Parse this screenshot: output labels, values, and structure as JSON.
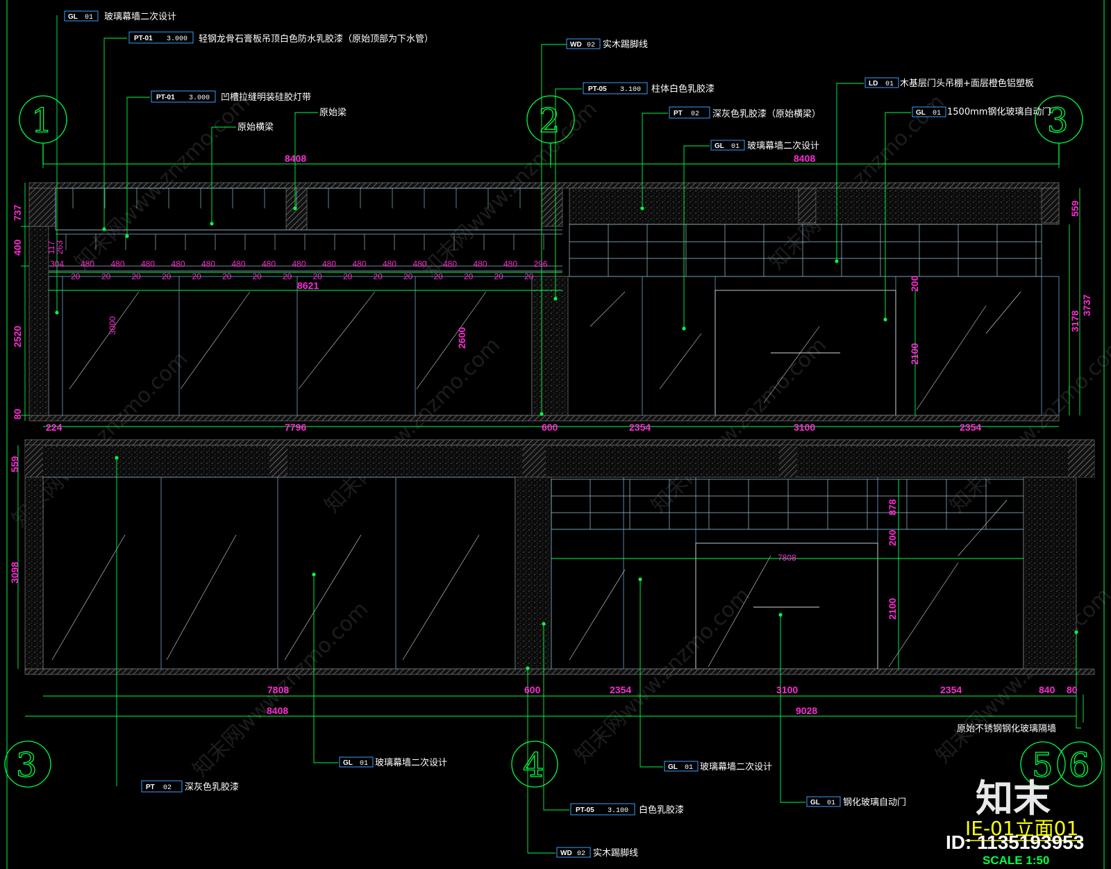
{
  "top_annotations": [
    {
      "code": "GL",
      "num": "01",
      "text": "玻璃幕墙二次设计"
    },
    {
      "code": "PT-01",
      "num": "3.000",
      "text": "轻钢龙骨石膏板吊顶白色防水乳胶漆（原始顶部为下水管）"
    },
    {
      "code": "PT-01",
      "num": "3.000",
      "text": "凹槽拉缝明装硅胶灯带"
    },
    {
      "code": "",
      "num": "",
      "text": "原始横梁"
    },
    {
      "code": "",
      "num": "",
      "text": "原始梁"
    },
    {
      "code": "WD",
      "num": "02",
      "text": "实木踢脚线"
    },
    {
      "code": "PT-05",
      "num": "3.100",
      "text": "柱体白色乳胶漆"
    },
    {
      "code": "PT",
      "num": "02",
      "text": "深灰色乳胶漆（原始横梁）"
    },
    {
      "code": "GL",
      "num": "01",
      "text": "玻璃幕墙二次设计"
    },
    {
      "code": "LD",
      "num": "01",
      "text": "木基层门头吊棚+面层橙色铝塑板"
    },
    {
      "code": "GL",
      "num": "01",
      "text": "1500mm钢化玻璃自动门"
    }
  ],
  "bottom_annotations": [
    {
      "code": "GL",
      "num": "01",
      "text": "玻璃幕墙二次设计"
    },
    {
      "code": "PT",
      "num": "02",
      "text": "深灰色乳胶漆"
    },
    {
      "code": "GL",
      "num": "01",
      "text": "玻璃幕墙二次设计"
    },
    {
      "code": "PT-05",
      "num": "3.100",
      "text": "白色乳胶漆"
    },
    {
      "code": "GL",
      "num": "01",
      "text": "钢化玻璃自动门"
    },
    {
      "code": "WD",
      "num": "02",
      "text": "实木踢脚线"
    },
    {
      "code": "",
      "num": "",
      "text": "原始不锈钢钢化玻璃隔墙"
    }
  ],
  "grid_bubbles": [
    "1",
    "2",
    "3",
    "3",
    "4",
    "5",
    "6"
  ],
  "top_dims": {
    "overall": [
      "8408",
      "8408"
    ],
    "left_vertical": [
      "737",
      "400",
      "2520",
      "80"
    ],
    "small_117": "117",
    "small_263": "263",
    "spacing_row": [
      "304",
      "480",
      "480",
      "480",
      "480",
      "480",
      "480",
      "480",
      "480",
      "480",
      "480",
      "480",
      "480",
      "480",
      "480",
      "480",
      "296"
    ],
    "spacing_20": "20",
    "total_8621": "8621",
    "height_3000": "3000",
    "height_2600": "2600",
    "door_200": "200",
    "door_2100": "2100",
    "right_vertical": [
      "559",
      "3178",
      "3737"
    ],
    "bottom_row": [
      "224",
      "7796",
      "600",
      "2354",
      "3100",
      "2354"
    ]
  },
  "bottom_dims": {
    "left_vertical": [
      "559",
      "3098"
    ],
    "mid_878": "878",
    "mid_200": "200",
    "mid_2100": "2100",
    "width_7808": "7808",
    "row": [
      "7808",
      "600",
      "2354",
      "3100",
      "2354",
      "840",
      "80"
    ],
    "overall": [
      "8408",
      "9028"
    ]
  },
  "title": {
    "brand": "知末",
    "name": "IE-01立面01",
    "id": "ID: 1135193953",
    "scale": "SCALE 1:50"
  },
  "watermark": "知末网www.znzmo.com",
  "colors": {
    "background": "#000000",
    "leader": "#00ff44",
    "dimension": "#ff2bd6",
    "glass": "#6fa8c8",
    "title": "#ffff00"
  }
}
